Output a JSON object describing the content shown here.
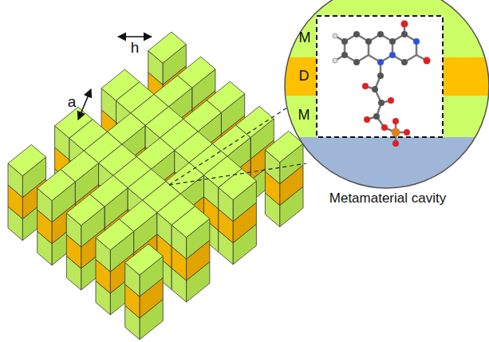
{
  "diagram": {
    "nodes": [
      {
        "text": [
          "M"
        ]
      },
      {
        "text": [
          "D"
        ]
      },
      {
        "text": [
          "M"
        ]
      }
    ],
    "labels": [
      "h",
      "a",
      "Metamaterial cavity"
    ]
  }
}
